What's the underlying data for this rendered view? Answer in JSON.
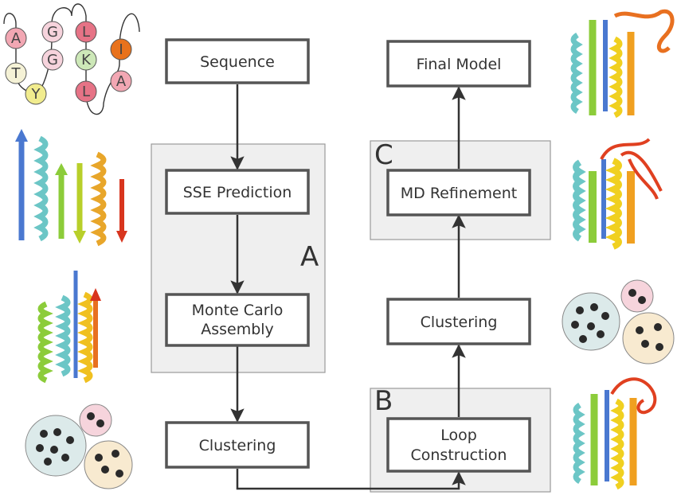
{
  "workflow": {
    "steps": {
      "sequence": "Sequence",
      "sse_prediction": "SSE Prediction",
      "monte_carlo_line1": "Monte Carlo",
      "monte_carlo_line2": "Assembly",
      "clustering_left": "Clustering",
      "loop_line1": "Loop",
      "loop_line2": "Construction",
      "clustering_right": "Clustering",
      "md_refinement": "MD Refinement",
      "final_model": "Final Model"
    },
    "stages": {
      "a": "A",
      "b": "B",
      "c": "C"
    }
  },
  "sequence_residues": [
    "A",
    "T",
    "Y",
    "G",
    "G",
    "L",
    "K",
    "L",
    "I",
    "A"
  ],
  "colors": {
    "box_border": "#555555",
    "stage_fill": "#efefef",
    "stage_border": "#999999",
    "arrow": "#333333",
    "residue_pink": "#f2a7b3",
    "residue_red": "#e67386",
    "residue_yellow": "#f1ec8e",
    "residue_cream": "#f5f2d6",
    "residue_green": "#cde8b8",
    "residue_lightpink": "#f6d3dc",
    "residue_orange": "#e8721c",
    "cluster_blue": "#dceaea",
    "cluster_pink": "#f6d4dc",
    "cluster_cream": "#f8ead0",
    "dot": "#2a2a2a"
  },
  "icons": [
    "residue-sequence-icon",
    "secondary-structure-icon",
    "assembled-helices-icon",
    "cluster-circles-icon",
    "protein-model-icon"
  ]
}
